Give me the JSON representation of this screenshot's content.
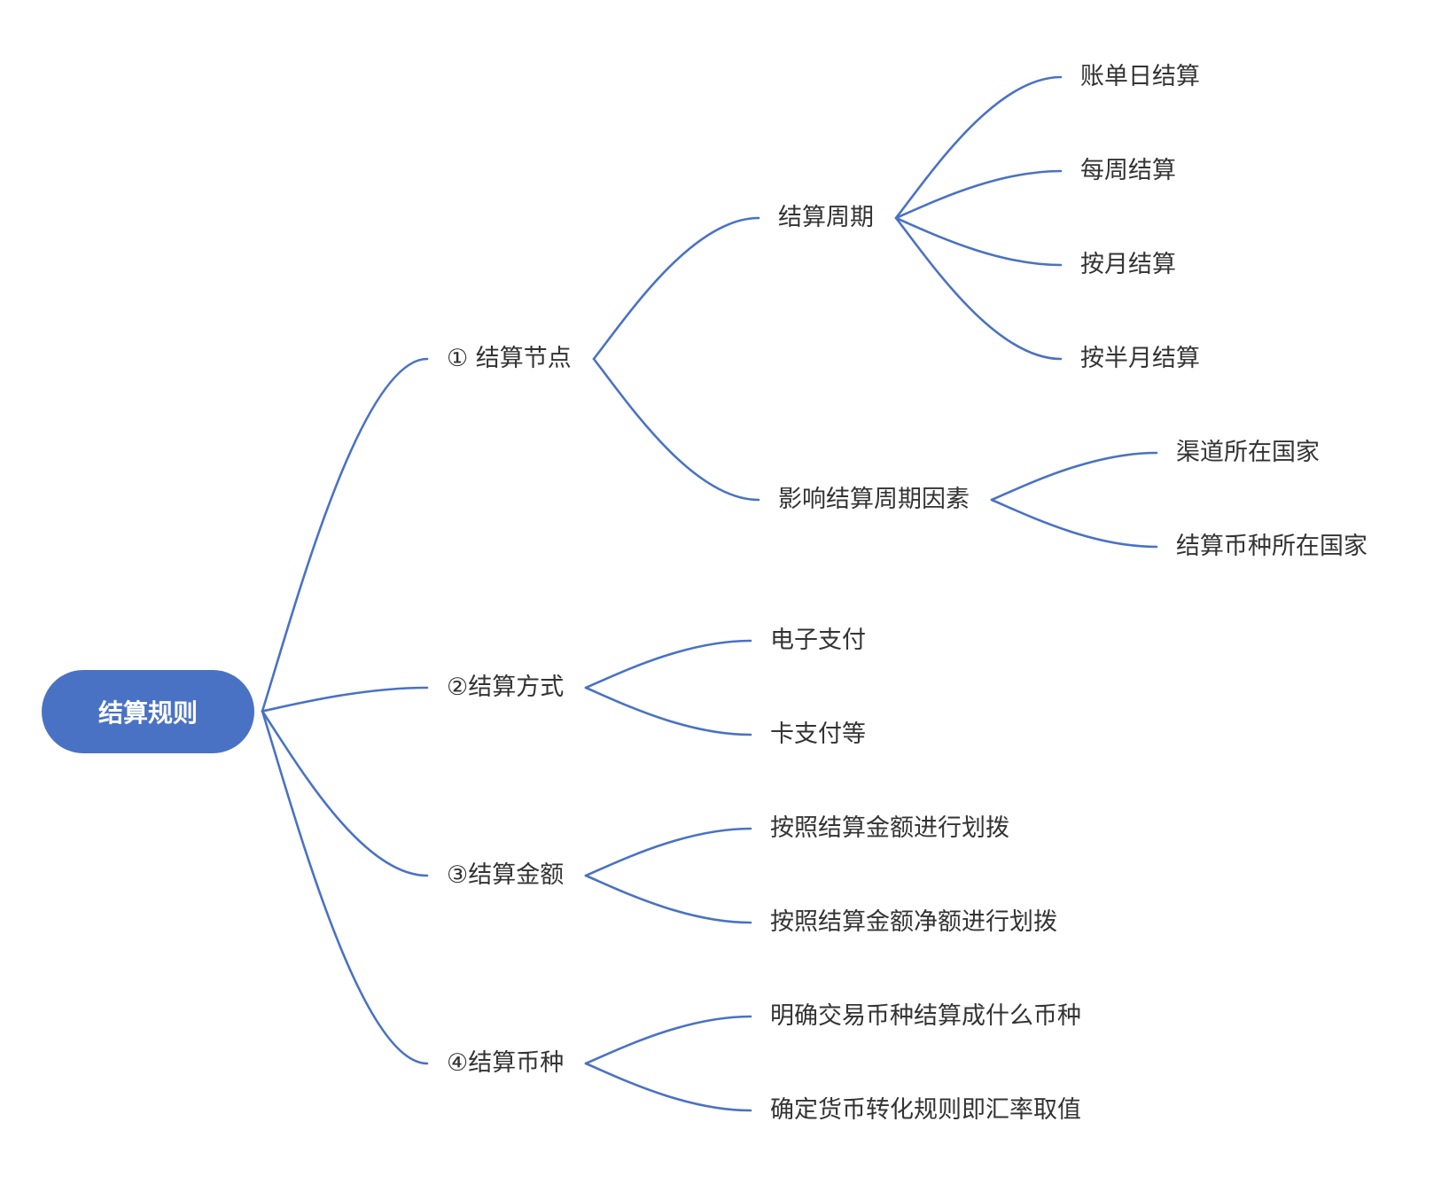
{
  "colors": {
    "background": "#ffffff",
    "accent": "#4a72c4",
    "connector": "#4a72c4",
    "text": "#333333",
    "root_text": "#ffffff"
  },
  "root": {
    "label": "结算规则",
    "children": [
      {
        "label": "① 结算节点",
        "children": [
          {
            "label": "结算周期",
            "children": [
              {
                "label": "账单日结算"
              },
              {
                "label": "每周结算"
              },
              {
                "label": "按月结算"
              },
              {
                "label": "按半月结算"
              }
            ]
          },
          {
            "label": "影响结算周期因素",
            "children": [
              {
                "label": "渠道所在国家"
              },
              {
                "label": "结算币种所在国家"
              }
            ]
          }
        ]
      },
      {
        "label": "②结算方式",
        "children": [
          {
            "label": "电子支付"
          },
          {
            "label": "卡支付等"
          }
        ]
      },
      {
        "label": "③结算金额",
        "children": [
          {
            "label": "按照结算金额进行划拨"
          },
          {
            "label": "按照结算金额净额进行划拨"
          }
        ]
      },
      {
        "label": "④结算币种",
        "children": [
          {
            "label": "明确交易币种结算成什么币种"
          },
          {
            "label": "确定货币转化规则即汇率取值"
          }
        ]
      }
    ]
  }
}
